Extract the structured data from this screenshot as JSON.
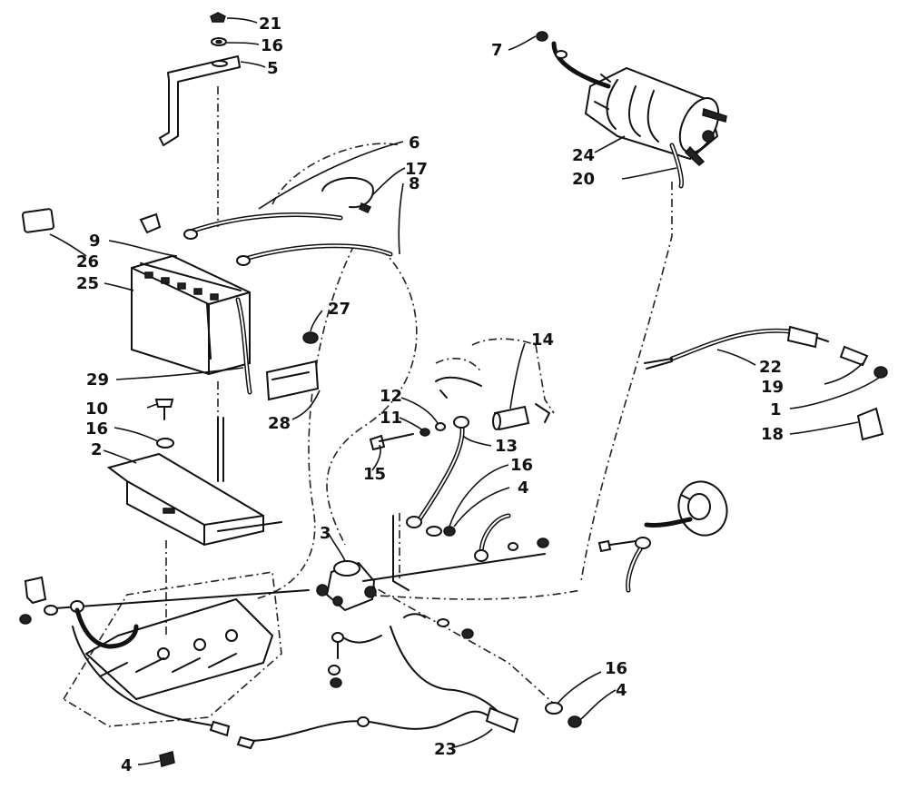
{
  "callouts": [
    {
      "id": "c21",
      "label": "21"
    },
    {
      "id": "c16a",
      "label": "16"
    },
    {
      "id": "c5",
      "label": "5"
    },
    {
      "id": "c7",
      "label": "7"
    },
    {
      "id": "c6",
      "label": "6"
    },
    {
      "id": "c17",
      "label": "17"
    },
    {
      "id": "c8",
      "label": "8"
    },
    {
      "id": "c24",
      "label": "24"
    },
    {
      "id": "c20",
      "label": "20"
    },
    {
      "id": "c9",
      "label": "9"
    },
    {
      "id": "c26",
      "label": "26"
    },
    {
      "id": "c25",
      "label": "25"
    },
    {
      "id": "c27",
      "label": "27"
    },
    {
      "id": "c14",
      "label": "14"
    },
    {
      "id": "c22",
      "label": "22"
    },
    {
      "id": "c19",
      "label": "19"
    },
    {
      "id": "c1",
      "label": "1"
    },
    {
      "id": "c18",
      "label": "18"
    },
    {
      "id": "c29",
      "label": "29"
    },
    {
      "id": "c28",
      "label": "28"
    },
    {
      "id": "c12",
      "label": "12"
    },
    {
      "id": "c11",
      "label": "11"
    },
    {
      "id": "c10",
      "label": "10"
    },
    {
      "id": "c16b",
      "label": "16"
    },
    {
      "id": "c2",
      "label": "2"
    },
    {
      "id": "c15",
      "label": "15"
    },
    {
      "id": "c13",
      "label": "13"
    },
    {
      "id": "c16c",
      "label": "16"
    },
    {
      "id": "c4a",
      "label": "4"
    },
    {
      "id": "c3",
      "label": "3"
    },
    {
      "id": "c16d",
      "label": "16"
    },
    {
      "id": "c4b",
      "label": "4"
    },
    {
      "id": "c23",
      "label": "23"
    },
    {
      "id": "c4c",
      "label": "4"
    }
  ]
}
